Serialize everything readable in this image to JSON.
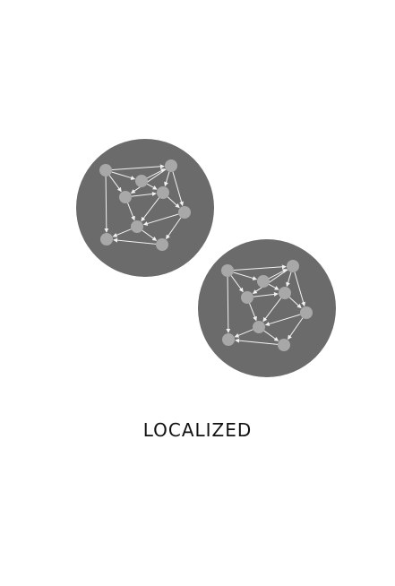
{
  "caption": "LOCALIZED",
  "colors": {
    "background": "#ffffff",
    "disk": "#6b6b6b",
    "node": "#a8a8a8",
    "edge": "#f2f2f2",
    "text": "#111111"
  },
  "clusters": [
    {
      "name": "cluster-top-left",
      "nodes": 9,
      "edges": [
        [
          0,
          1
        ],
        [
          1,
          2
        ],
        [
          0,
          2
        ],
        [
          0,
          3
        ],
        [
          0,
          8
        ],
        [
          1,
          4
        ],
        [
          2,
          4
        ],
        [
          2,
          3
        ],
        [
          3,
          4
        ],
        [
          3,
          6
        ],
        [
          4,
          5
        ],
        [
          4,
          6
        ],
        [
          5,
          6
        ],
        [
          5,
          7
        ],
        [
          6,
          7
        ],
        [
          6,
          8
        ],
        [
          7,
          8
        ],
        [
          2,
          5
        ]
      ]
    },
    {
      "name": "cluster-bottom-right",
      "nodes": 9,
      "edges": [
        [
          0,
          1
        ],
        [
          1,
          2
        ],
        [
          0,
          2
        ],
        [
          0,
          3
        ],
        [
          0,
          8
        ],
        [
          1,
          4
        ],
        [
          2,
          4
        ],
        [
          2,
          3
        ],
        [
          3,
          4
        ],
        [
          3,
          6
        ],
        [
          4,
          5
        ],
        [
          4,
          6
        ],
        [
          5,
          6
        ],
        [
          5,
          7
        ],
        [
          6,
          7
        ],
        [
          6,
          8
        ],
        [
          7,
          8
        ],
        [
          2,
          5
        ]
      ]
    }
  ]
}
